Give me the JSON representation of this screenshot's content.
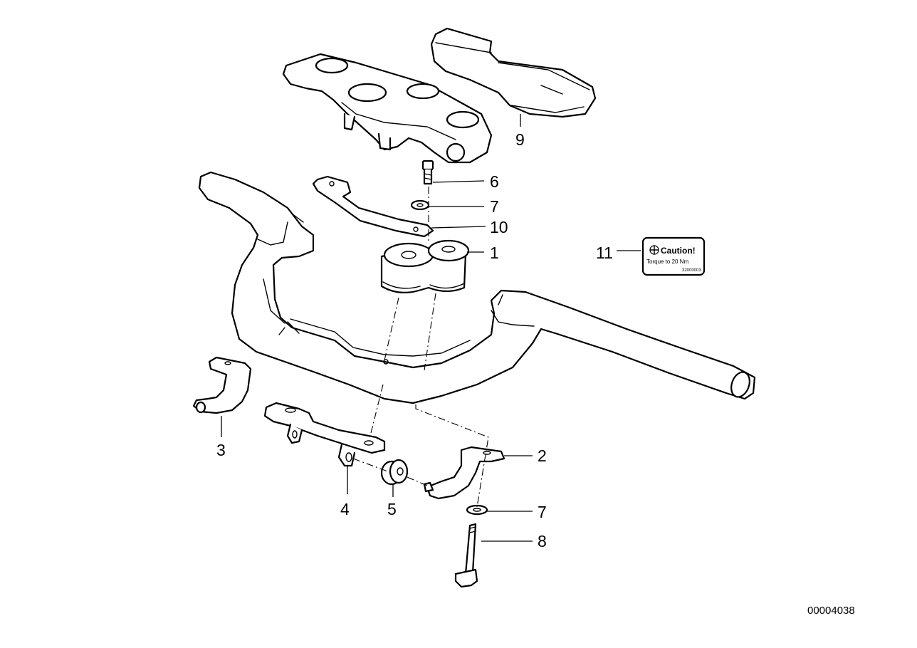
{
  "colors": {
    "line": "#000000",
    "background": "#ffffff"
  },
  "callouts": {
    "p1": "1",
    "p2": "2",
    "p3": "3",
    "p4": "4",
    "p5": "5",
    "p6": "6",
    "p7a": "7",
    "p7b": "7",
    "p8": "8",
    "p9": "9",
    "p10": "10",
    "p11": "11"
  },
  "caution_label": {
    "title": "Caution!",
    "line2": "Torque to 20 Nm",
    "code": "32000003"
  },
  "doc_number": "00004038"
}
